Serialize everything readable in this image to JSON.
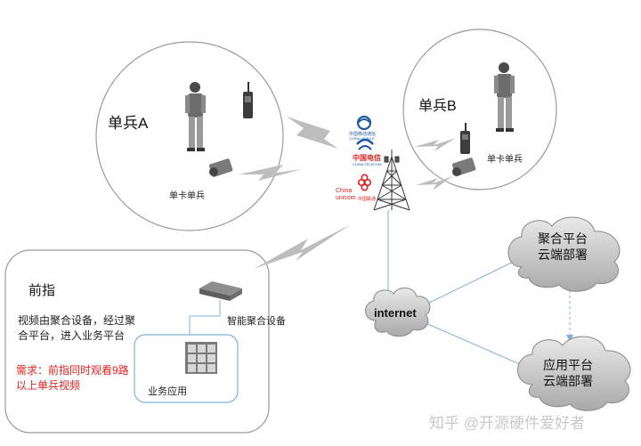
{
  "groups": {
    "soldier_a": {
      "title": "单兵A",
      "device": "单卡单兵"
    },
    "soldier_b": {
      "title": "单兵B",
      "device": "单卡单兵"
    },
    "command": {
      "title": "前指",
      "desc_line1": "视频由聚合设备，经过聚",
      "desc_line2": "合平台，进入业务平台",
      "req_line1": "需求：前指同时观看9路",
      "req_line2": "以上单兵视频",
      "aggregator": "智能聚合设备",
      "app": "业务应用"
    }
  },
  "carriers": {
    "mobile_cn": "中国移动通信",
    "mobile_en": "CHINA MOBILE",
    "telecom_cn": "中国电信",
    "telecom_en": "CHINA TELECOM",
    "unicom_en1": "China",
    "unicom_en2": "unicom",
    "unicom_cn": "中国联通"
  },
  "network": {
    "internet": "internet",
    "cloud_aggregation": [
      "聚合平台",
      "云端部署"
    ],
    "cloud_app": [
      "应用平台",
      "云端部署"
    ]
  },
  "watermark": "知乎 @开源硬件爱好者",
  "colors": {
    "link": "#7fb2d8",
    "red_text": "#e02020",
    "cloud_fill": "#bfbfbf",
    "lightning": "#b9b9b9"
  }
}
